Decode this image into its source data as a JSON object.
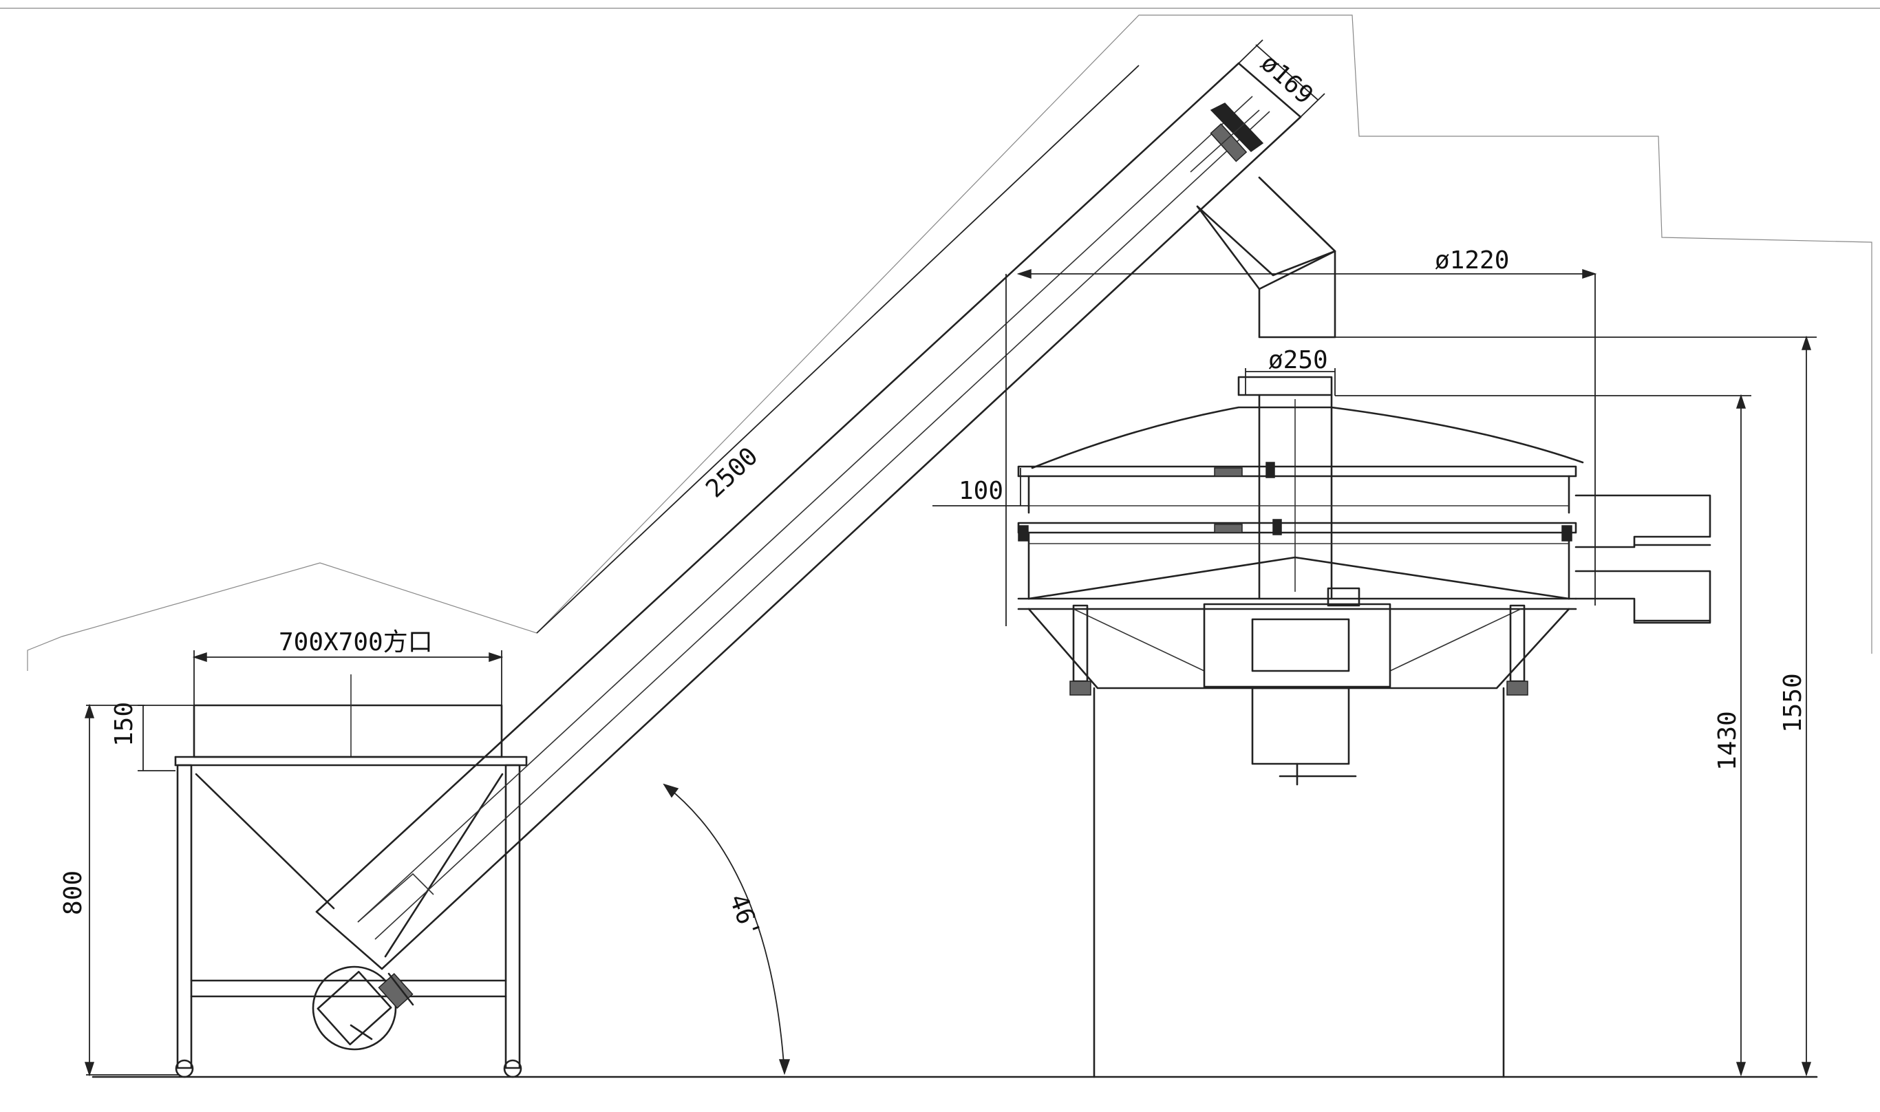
{
  "dimensions": {
    "hopper_opening": "700X700方口",
    "hopper_lip": "150",
    "hopper_height": "800",
    "conveyor_length": "2500",
    "conveyor_angle": "46'",
    "conveyor_diameter": "ø169",
    "screen_diameter": "ø1220",
    "inlet_diameter": "ø250",
    "deck_spacing": "100",
    "screen_height": "1430",
    "total_height": "1550"
  },
  "colors": {
    "line": "#222222",
    "background": "#ffffff"
  }
}
